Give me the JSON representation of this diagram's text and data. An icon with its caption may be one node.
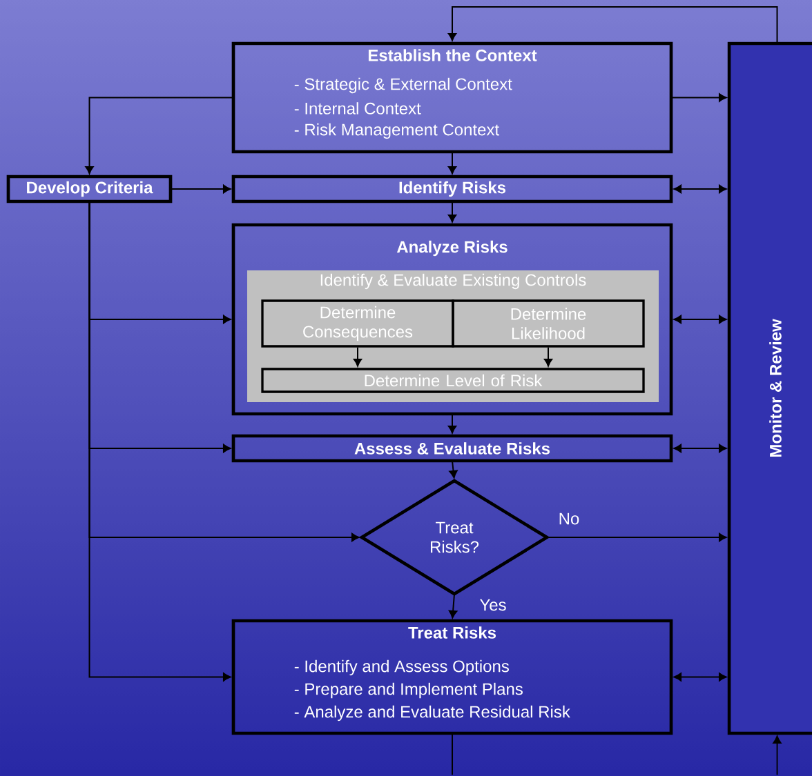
{
  "diagram": {
    "nodes": [
      {
        "text": [
          "Establish the Context",
          "- Strategic & External Context",
          "- Internal Context",
          "- Risk Management Context"
        ]
      },
      {
        "text": [
          "Develop Criteria"
        ]
      },
      {
        "text": [
          "Identify Risks"
        ]
      },
      {
        "text": [
          "Analyze Risks"
        ]
      },
      {
        "text": [
          "Identify & Evaluate Existing Controls"
        ],
        "in": 3
      },
      {
        "text": [
          "Determine Consequences"
        ],
        "in": 4
      },
      {
        "text": [
          "Determine Likelihood"
        ],
        "in": 4
      },
      {
        "text": [
          "Determine Level of Risk"
        ],
        "in": 4
      },
      {
        "text": [
          "Assess & Evaluate Risks"
        ]
      },
      {
        "text": [
          "Treat Risks?"
        ]
      },
      {
        "text": [
          "Treat Risks",
          "- Identify and Assess Options",
          "- Prepare and Implement Plans",
          "- Analyze and Evaluate Residual Risk"
        ]
      },
      {
        "text": [
          "Monitor & Review"
        ]
      }
    ],
    "edges": [
      {
        "from": 0,
        "to": 1,
        "arrow": "to"
      },
      {
        "from": 0,
        "to": 2,
        "arrow": "to"
      },
      {
        "from": 1,
        "to": 2,
        "arrow": "to"
      },
      {
        "from": 2,
        "to": 3,
        "arrow": "to"
      },
      {
        "from": 1,
        "to": 3,
        "arrow": "to"
      },
      {
        "from": 5,
        "to": 7,
        "arrow": "to"
      },
      {
        "from": 6,
        "to": 7,
        "arrow": "to"
      },
      {
        "from": 3,
        "to": 8,
        "arrow": "to"
      },
      {
        "from": 1,
        "to": 8,
        "arrow": "to"
      },
      {
        "from": 8,
        "to": 9,
        "arrow": "to"
      },
      {
        "from": 1,
        "to": 9,
        "arrow": "to"
      },
      {
        "from": 9,
        "to": 10,
        "arrow": "to",
        "label": "Yes"
      },
      {
        "from": 9,
        "to": 11,
        "arrow": "to",
        "label": "No"
      },
      {
        "from": 1,
        "to": 10,
        "arrow": "to"
      },
      {
        "from": 0,
        "to": 11,
        "arrow": "to"
      },
      {
        "from": 2,
        "to": 11,
        "arrow": "both"
      },
      {
        "from": 3,
        "to": 11,
        "arrow": "both"
      },
      {
        "from": 8,
        "to": 11,
        "arrow": "both"
      },
      {
        "from": 10,
        "to": 11,
        "arrow": "both"
      },
      {
        "from": 11,
        "to": 0,
        "arrow": "to"
      },
      {
        "from": 10,
        "to": null,
        "arrow": "none"
      },
      {
        "from": null,
        "to": 11,
        "arrow": "to"
      }
    ]
  }
}
